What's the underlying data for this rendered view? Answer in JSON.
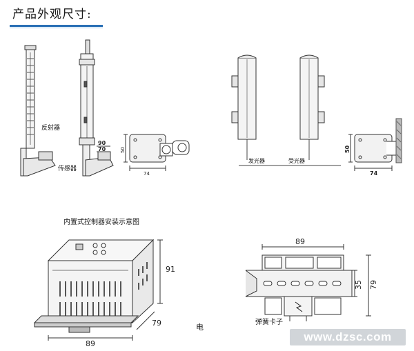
{
  "heading": "产品外观尺寸:",
  "labels": {
    "reflector": "反射器",
    "sensor": "传感器",
    "emitter": "发光器",
    "receiver": "受光器",
    "controller_title": "内置式控制器安装示意图",
    "spring_clip": "弹簧卡子",
    "power_partial": "电"
  },
  "dimensions": {
    "d90": "90",
    "d70": "70",
    "d50_left": "50",
    "d74_left": "74",
    "d50_right": "50",
    "d74_right": "74",
    "box_height": "91",
    "box_depth": "79",
    "box_width": "89",
    "rail_width": "89",
    "rail_35": "35",
    "rail_79": "79"
  },
  "watermark": "www.dzsc.com"
}
